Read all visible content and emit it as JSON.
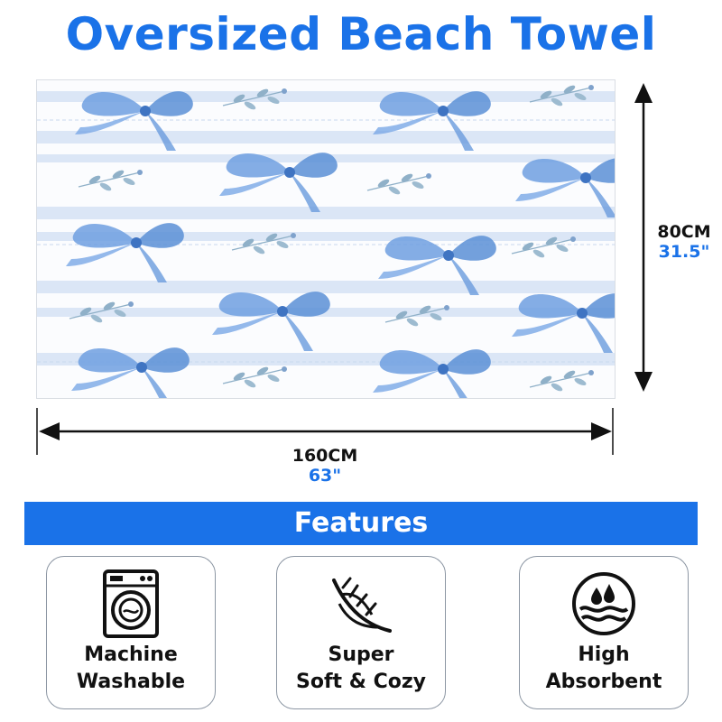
{
  "title": "Oversized Beach Towel",
  "product": {
    "pattern": "blue-watercolor-bows-and-leaves-on-white-stripes",
    "colors": {
      "accent": "#1a72e8",
      "bow": "#5b8fd6",
      "stripe": "#dbe6f6",
      "leaf": "#8fb0c8"
    }
  },
  "dimensions": {
    "height_cm": "80CM",
    "height_in": "31.5\"",
    "width_cm": "160CM",
    "width_in": "63\""
  },
  "features": {
    "heading": "Features",
    "items": [
      {
        "icon": "washing-machine-icon",
        "line1": "Machine",
        "line2": "Washable"
      },
      {
        "icon": "feather-icon",
        "line1": "Super",
        "line2": "Soft & Cozy"
      },
      {
        "icon": "water-drop-icon",
        "line1": "High",
        "line2": "Absorbent"
      }
    ]
  }
}
